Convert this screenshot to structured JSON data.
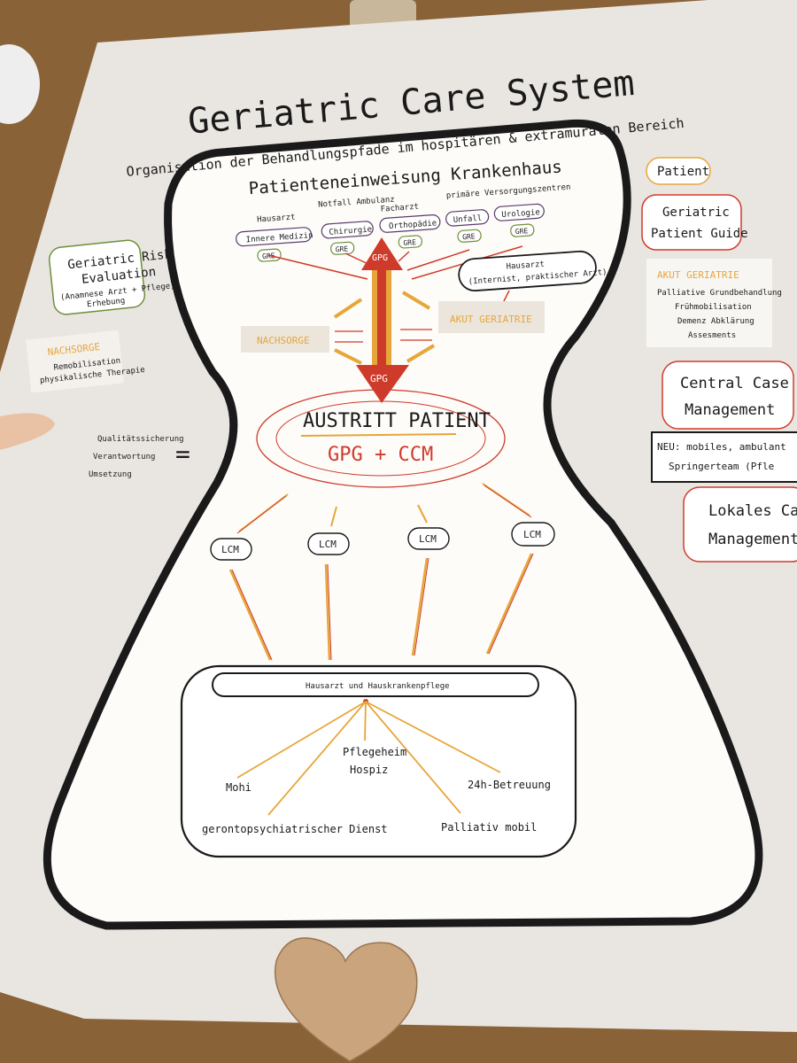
{
  "poster": {
    "title": "Geriatric Care System",
    "subtitle": "Organisation der Behandlungspfade im hospitären & extramuralen Bereich",
    "admission_heading": "Patienteneinweisung Krankenhaus",
    "admission_sources": [
      "Hausarzt",
      "Notfall Ambulanz",
      "Facharzt",
      "primäre Versorgungszentren"
    ],
    "departments": [
      "Innere Medizin",
      "Chirurgie",
      "Orthopädie",
      "Unfall",
      "Urologie"
    ],
    "gre_label": "GRE",
    "gpg_label": "GPG",
    "hausarzt_box": [
      "Hausarzt",
      "(Internist, praktischer Arzt)"
    ],
    "nachsorge_label": "NACHSORGE",
    "akut_geriatrie_label": "AKUT GERIATRIE",
    "exit_title": "AUSTRITT PATIENT",
    "exit_sub": "GPG + CCM",
    "quality_lines": [
      "Qualitätssicherung",
      "Verantwortung",
      "Umsetzung"
    ],
    "equals": "=",
    "lcm_label": "LCM",
    "home_care_label": "Hausarzt und Hauskrankenpflege",
    "network": [
      "Mohi",
      "Pflegeheim",
      "Hospiz",
      "24h-Betreuung",
      "gerontopsychiatrischer Dienst",
      "Palliativ mobil"
    ]
  },
  "left_panel": {
    "gre_title": [
      "Geriatric Risk",
      "Evaluation"
    ],
    "gre_details": [
      "(Anamnese Arzt + Pflege)",
      "Erhebung"
    ],
    "nachsorge_title": "NACHSORGE",
    "nachsorge_details": [
      "Remobilisation",
      "physikalische Therapie"
    ]
  },
  "right_panel": {
    "patient": "Patient",
    "gpg": [
      "Geriatric",
      "Patient Guide"
    ],
    "akut_title": "AKUT GERIATRIE",
    "akut_items": [
      "Palliative Grundbehandlung",
      "Frühmobilisation",
      "Demenz Abklärung",
      "Assesments"
    ],
    "ccm": [
      "Central Case",
      "Management"
    ],
    "neu_lines": [
      "NEU: mobiles, ambulant",
      "Springerteam (Pfle"
    ],
    "lcm": [
      "Lokales Case",
      "Management"
    ]
  },
  "colors": {
    "orange": "#e7a63a",
    "red": "#cf3b2b",
    "green": "#6d8f3a",
    "outline": "#1a1a1a"
  }
}
